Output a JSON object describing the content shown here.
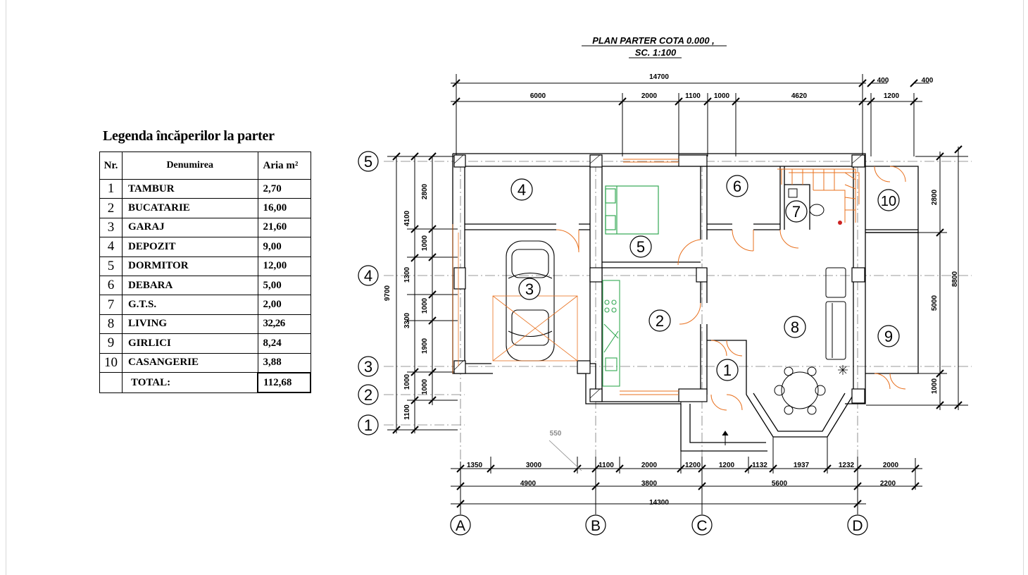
{
  "plan": {
    "title_line1": "PLAN PARTER COTA 0.000 ,",
    "title_line2": "SC. 1:100"
  },
  "legend": {
    "title": "Legenda încăperilor la parter",
    "headers": {
      "nr": "Nr.",
      "name": "Denumirea",
      "area": "Aria m²"
    },
    "rows": [
      {
        "nr": "1",
        "name": "TAMBUR",
        "area": "2,70"
      },
      {
        "nr": "2",
        "name": "BUCATARIE",
        "area": "16,00"
      },
      {
        "nr": "3",
        "name": "GARAJ",
        "area": "21,60"
      },
      {
        "nr": "4",
        "name": "DEPOZIT",
        "area": "9,00"
      },
      {
        "nr": "5",
        "name": "DORMITOR",
        "area": "12,00"
      },
      {
        "nr": "6",
        "name": "DEBARA",
        "area": "5,00"
      },
      {
        "nr": "7",
        "name": "G.T.S.",
        "area": "2,00"
      },
      {
        "nr": "8",
        "name": "LIVING",
        "area": "32,26"
      },
      {
        "nr": "9",
        "name": "GIRLICI",
        "area": "8,24"
      },
      {
        "nr": "10",
        "name": "CASANGERIE",
        "area": "3,88"
      }
    ],
    "total_label": "TOTAL:",
    "total_area": "112,68"
  },
  "axes": {
    "rows": [
      "5",
      "4",
      "3",
      "2",
      "1"
    ],
    "cols": [
      "A",
      "B",
      "C",
      "D"
    ]
  },
  "room_numbers": [
    "1",
    "2",
    "3",
    "4",
    "5",
    "6",
    "7",
    "8",
    "9",
    "10"
  ],
  "dims": {
    "top_overall": "14700",
    "top_segments": [
      "6000",
      "2000",
      "1100",
      "1000",
      "4620",
      "1200"
    ],
    "top_right_400a": "400",
    "top_right_400b": "400",
    "bottom_row1": [
      "1350",
      "3000",
      "1100",
      "2000",
      "1200",
      "1200",
      "1132",
      "1937",
      "1232",
      "2000"
    ],
    "bottom_row2": [
      "4900",
      "3800",
      "5600",
      "2200"
    ],
    "bottom_overall": "14300",
    "note_550": "550",
    "left_outer": "9700",
    "left_mid": [
      "4100",
      "1300",
      "3300",
      "1000",
      "1100"
    ],
    "left_inner": [
      "2800",
      "1000",
      "1000",
      "1900",
      "1000"
    ],
    "right_outer": "8800",
    "right_inner": [
      "2800",
      "5000",
      "1000"
    ]
  },
  "colors": {
    "line": "#000000",
    "furniture_green": "#33a853",
    "door_orange": "#e8701e",
    "dim_gray": "#9a9a9a"
  }
}
